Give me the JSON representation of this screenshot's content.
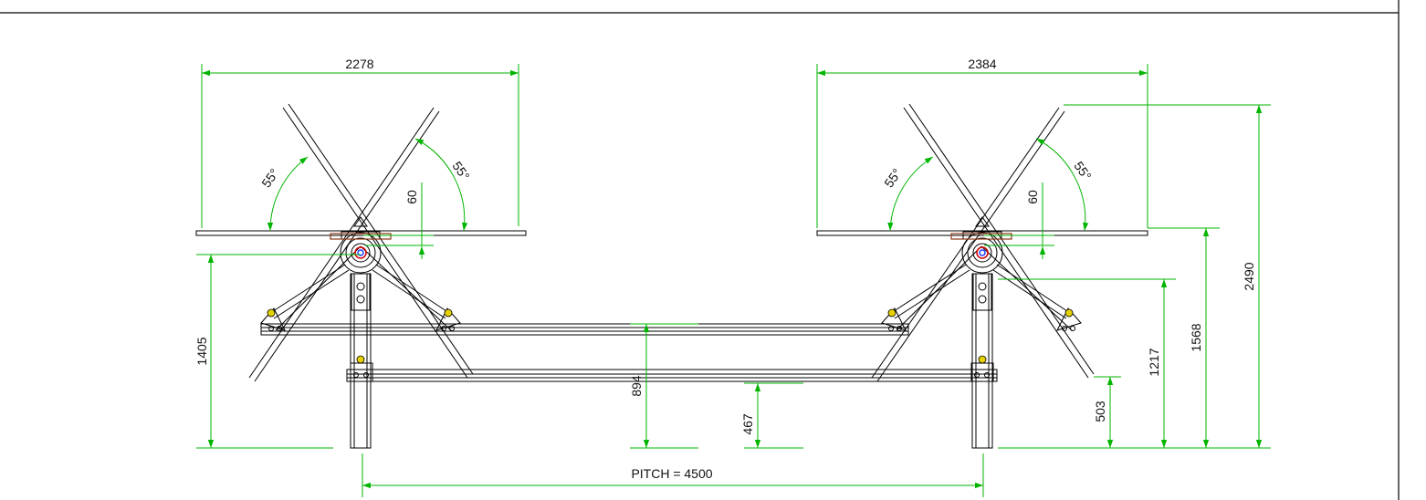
{
  "colors": {
    "dimension": "#00b400",
    "outline": "#000000",
    "text": "#111111",
    "accent_yellow": "#e6d200",
    "hub_red": "#d10000",
    "hub_blue": "#1a3cff",
    "bracket_brown": "#8b3a1a"
  },
  "dimensions": {
    "left_width": "2278",
    "right_width": "2384",
    "left_angle_a": "55°",
    "left_angle_b": "55°",
    "right_angle_a": "55°",
    "right_angle_b": "55°",
    "left_offset": "60",
    "right_offset": "60",
    "left_height": "1405",
    "center_height_upper": "894",
    "center_height_lower": "467",
    "right_height_a": "503",
    "right_height_b": "1217",
    "right_height_c": "1568",
    "right_height_total": "2490",
    "pitch": "PITCH = 4500"
  }
}
